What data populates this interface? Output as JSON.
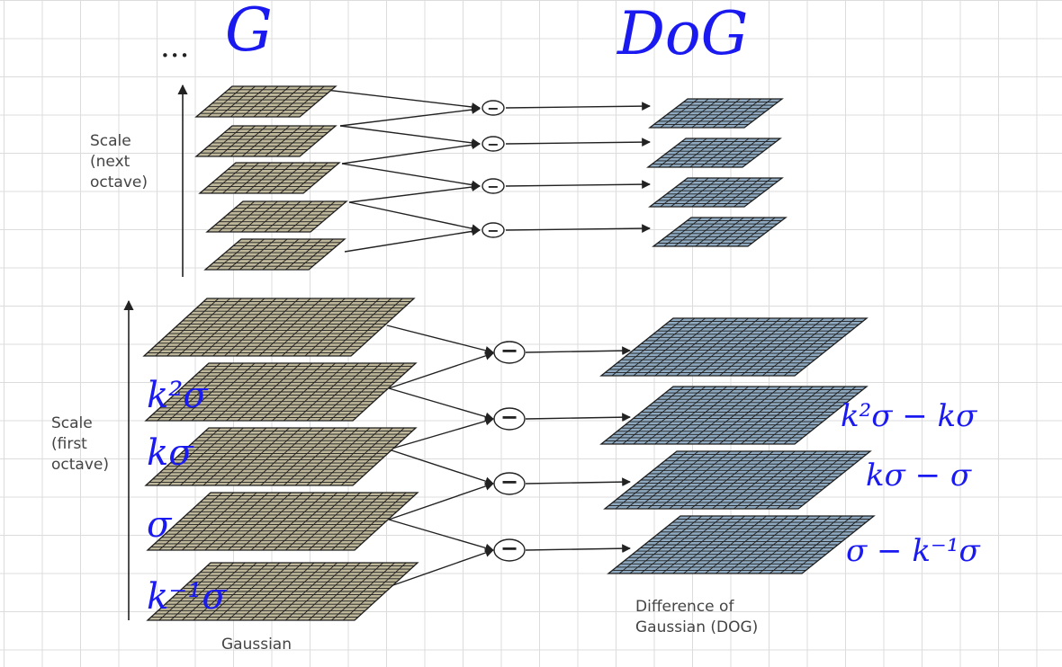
{
  "header": {
    "ellipsis": "...",
    "gaussian_symbol": "G",
    "dog_symbol": "DoG"
  },
  "next_octave": {
    "axis_label": "Scale\n(next\noctave)"
  },
  "first_octave": {
    "axis_label": "Scale\n(first\noctave)",
    "gaussian_caption": "Gaussian",
    "dog_caption": "Difference of\nGaussian (DOG)",
    "sigma_labels": [
      "k²σ",
      "kσ",
      "σ",
      "k⁻¹σ"
    ],
    "dog_labels": [
      "k²σ − kσ",
      "kσ − σ",
      "σ − k⁻¹σ"
    ]
  },
  "operator_symbol": "−",
  "colors": {
    "gaussian_fill": "#bfb79a",
    "dog_fill": "#8faac0",
    "grid_line": "#1e1e1e",
    "annotation": "#1a1af0"
  }
}
